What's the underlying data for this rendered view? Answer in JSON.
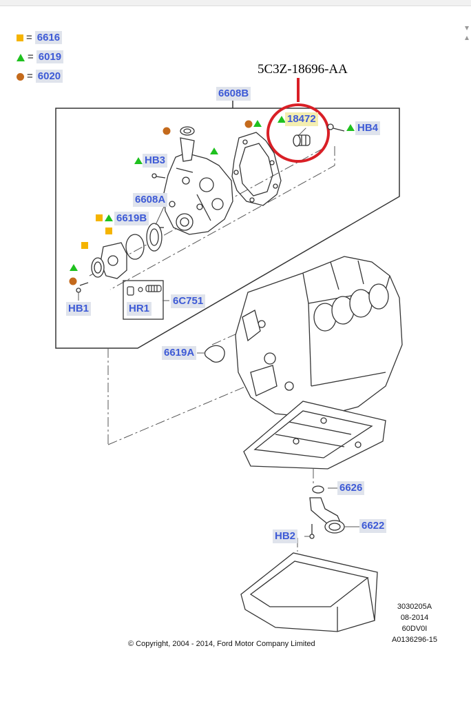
{
  "legend": [
    {
      "symbol": "square",
      "color": "#f5b400",
      "eq": "=",
      "value": "6616"
    },
    {
      "symbol": "triangle",
      "color": "#1fc11f",
      "eq": "=",
      "value": "6019"
    },
    {
      "symbol": "circle",
      "color": "#c46a1c",
      "eq": "=",
      "value": "6020"
    }
  ],
  "callout": {
    "part_number": "5C3Z-18696-AA",
    "circle_color": "#d91f26"
  },
  "refs": {
    "r6608B": "6608B",
    "r18472": "18472",
    "rHB4": "HB4",
    "rHB3": "HB3",
    "r6608A": "6608A",
    "r6619B": "6619B",
    "rHB1": "HB1",
    "rHR1": "HR1",
    "r6C751": "6C751",
    "r6619A": "6619A",
    "r6626": "6626",
    "r6622": "6622",
    "rHB2": "HB2"
  },
  "footer": {
    "copyright": "© Copyright, 2004 - 2014, Ford Motor Company Limited",
    "code1": "3030205A",
    "code2": "08-2014",
    "code3": "60DV0I",
    "code4": "A0136296-15"
  },
  "colors": {
    "label_text": "#3d5ad6",
    "label_bg": "#dfe3ec",
    "highlight_bg": "#f4eeb0"
  }
}
